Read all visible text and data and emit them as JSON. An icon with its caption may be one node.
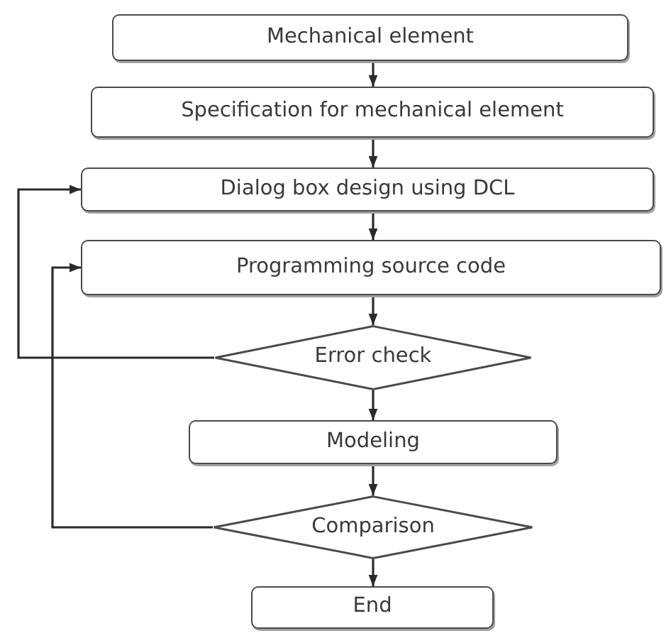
{
  "diagram": {
    "nodes": [
      {
        "text": [
          "Mechanical element"
        ]
      },
      {
        "text": [
          "Specification for mechanical element"
        ]
      },
      {
        "text": [
          "Dialog box design using DCL"
        ]
      },
      {
        "text": [
          "Programming source code"
        ]
      },
      {
        "text": [
          "Error check"
        ]
      },
      {
        "text": [
          "Modeling"
        ]
      },
      {
        "text": [
          "Comparison"
        ]
      },
      {
        "text": [
          "End"
        ]
      }
    ],
    "edges": [
      {
        "from": 0,
        "to": 1,
        "arrow": "to"
      },
      {
        "from": 1,
        "to": 2,
        "arrow": "to"
      },
      {
        "from": 2,
        "to": 3,
        "arrow": "to"
      },
      {
        "from": 3,
        "to": 4,
        "arrow": "to"
      },
      {
        "from": 4,
        "to": 5,
        "arrow": "to"
      },
      {
        "from": 5,
        "to": 6,
        "arrow": "to"
      },
      {
        "from": 6,
        "to": 7,
        "arrow": "to"
      },
      {
        "from": 4,
        "to": 2,
        "arrow": "to"
      },
      {
        "from": 6,
        "to": 3,
        "arrow": "to"
      }
    ]
  }
}
